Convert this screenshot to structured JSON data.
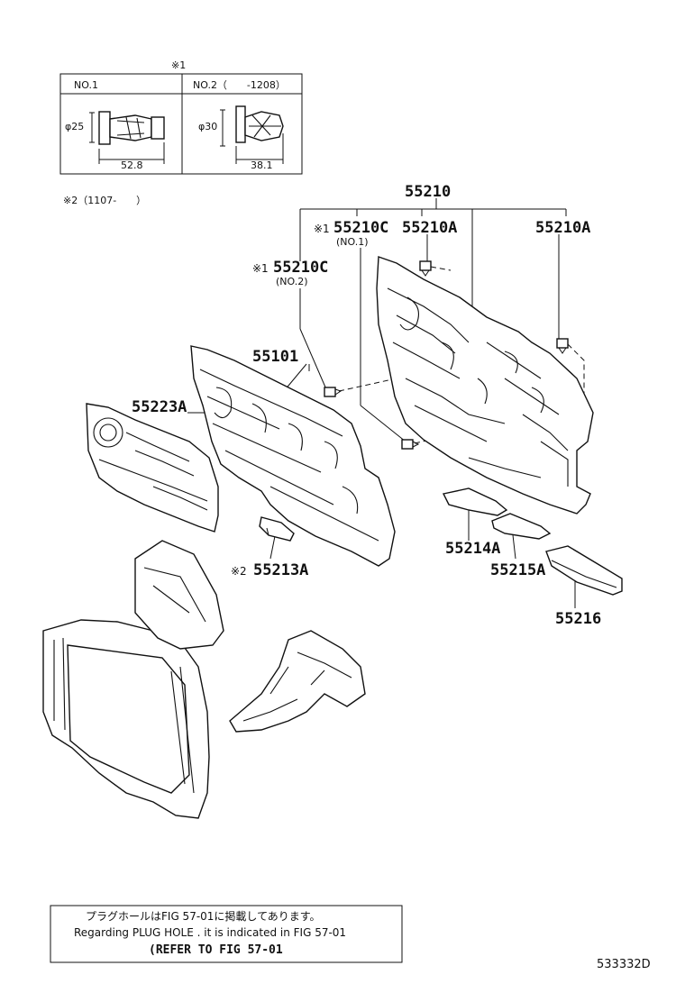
{
  "table": {
    "mark": "※1",
    "col1": "NO.1",
    "col2": "NO.2（　　-1208）",
    "dim1_dia": "φ25",
    "dim1_len": "52.8",
    "dim2_dia": "φ30",
    "dim2_len": "38.1"
  },
  "note2": "※2（1107-　　）",
  "labels": {
    "p55210": "55210",
    "p55210c_1_mark": "※1",
    "p55210c_1": "55210C",
    "p55210c_1_sub": "(NO.1)",
    "p55210a_1": "55210A",
    "p55210a_2": "55210A",
    "p55210c_2_mark": "※1",
    "p55210c_2": "55210C",
    "p55210c_2_sub": "(NO.2)",
    "p55101": "55101",
    "p55223a": "55223A",
    "p55213a_mark": "※2",
    "p55213a": "55213A",
    "p55214a": "55214A",
    "p55215a": "55215A",
    "p55216": "55216"
  },
  "footer": {
    "line1": "プラグホールはFIG 57-01に掲載してあります。",
    "line2": "Regarding  PLUG  HOLE . it is indicated in  FIG  57-01",
    "line3": "(REFER TO FIG 57-01"
  },
  "diagram_code": "533332D"
}
